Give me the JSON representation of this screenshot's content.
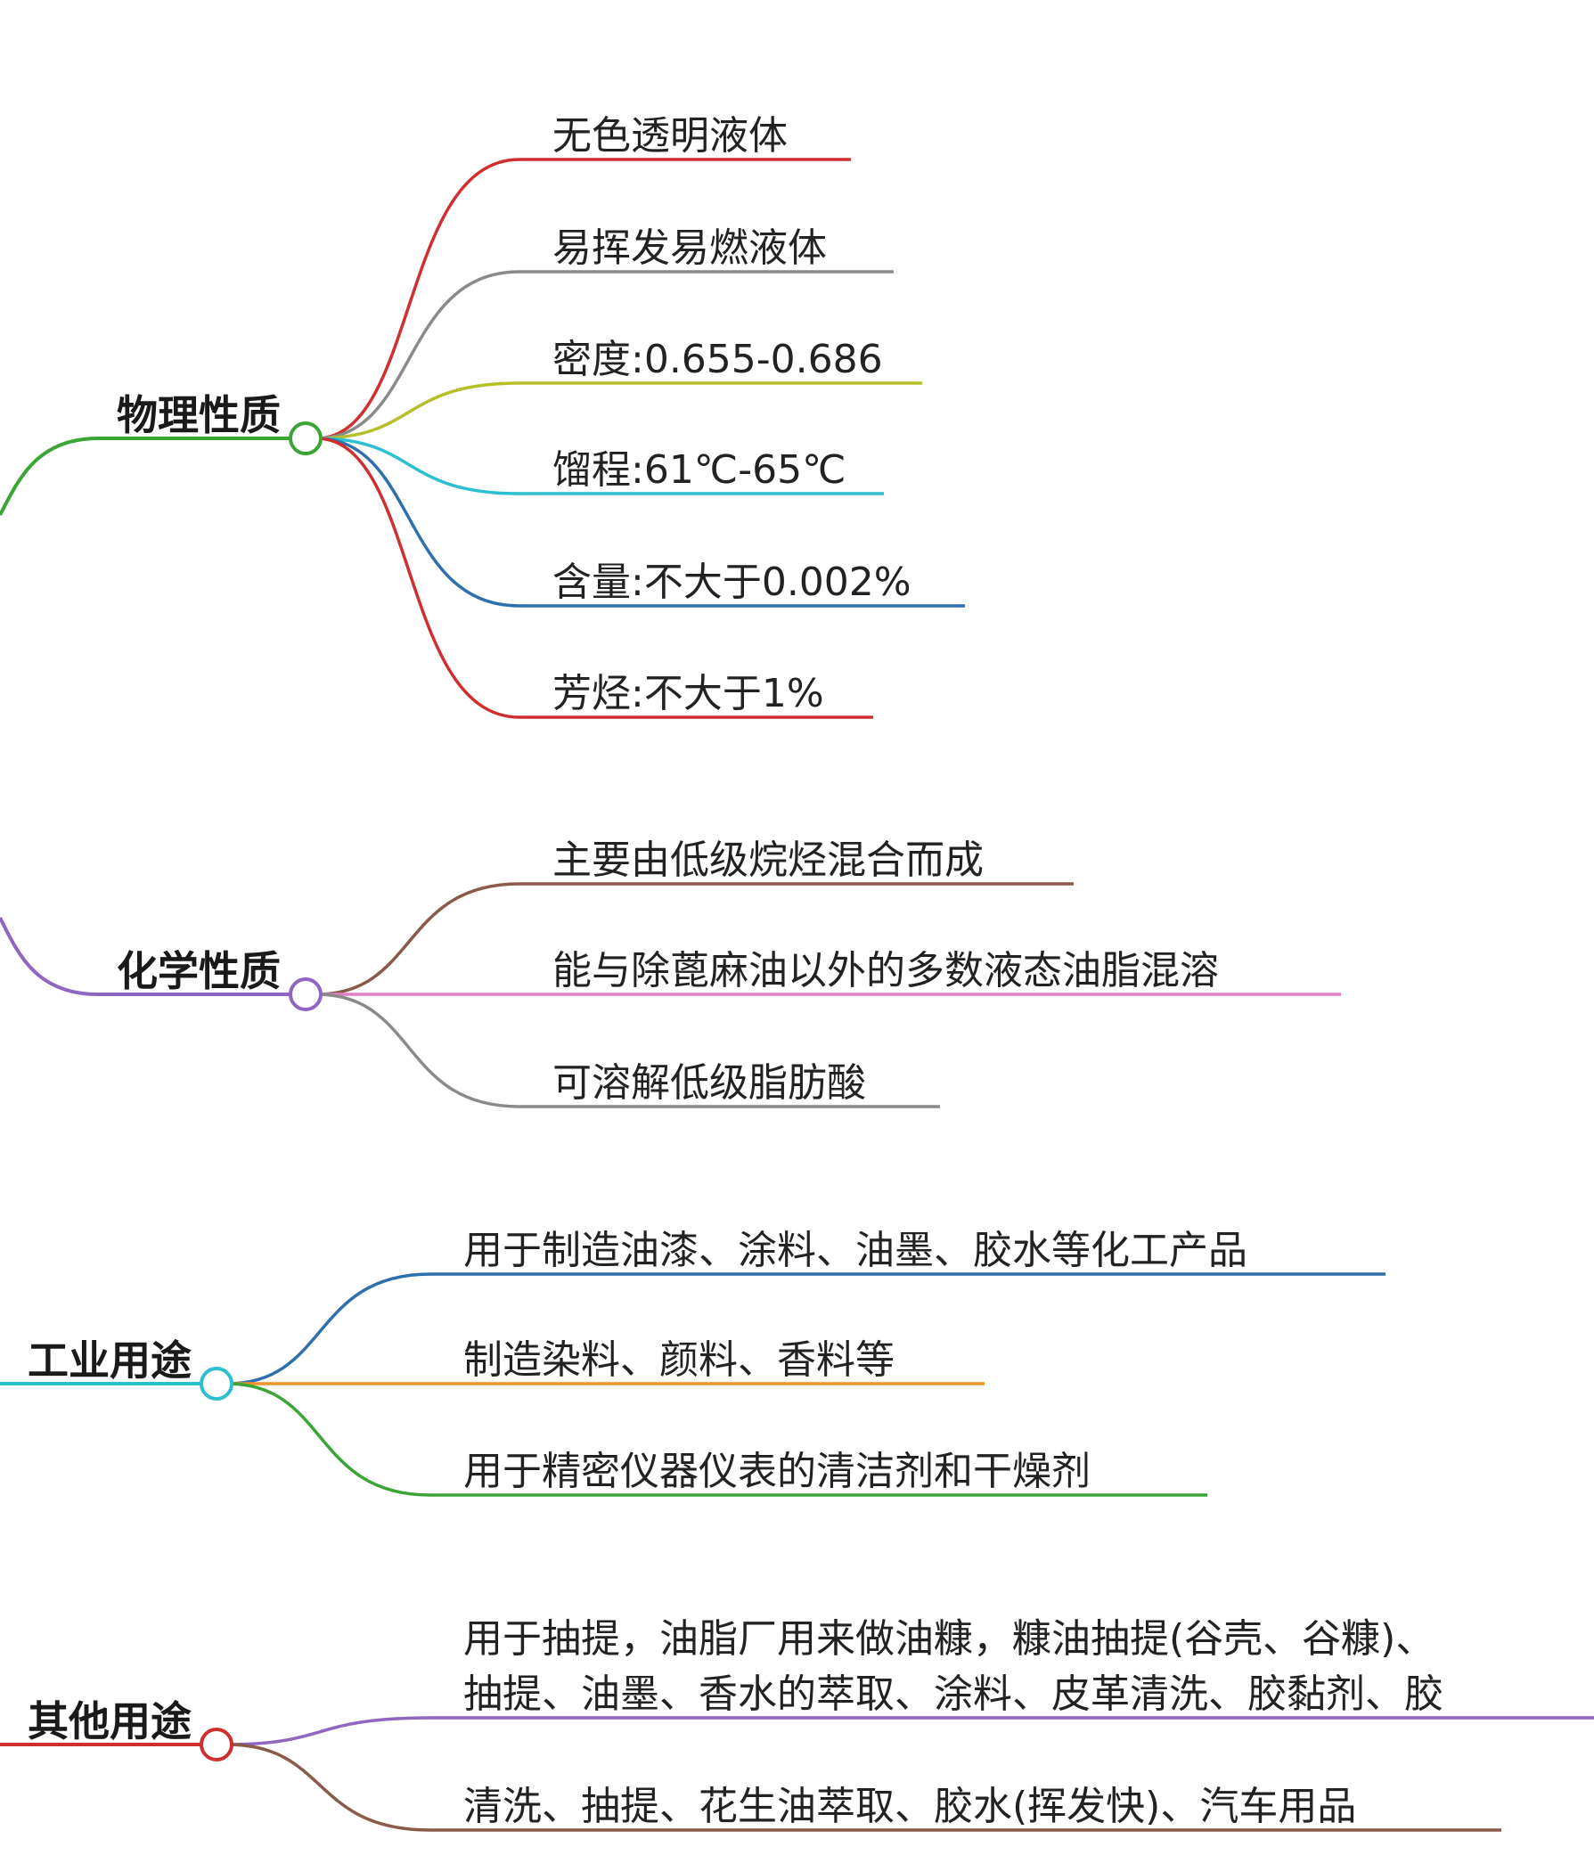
{
  "branches": [
    {
      "label": "物理性质",
      "color": "#3aa535",
      "children": [
        {
          "lines": [
            "无色透明液体"
          ],
          "color": "#d02f2f"
        },
        {
          "lines": [
            "易挥发易燃液体"
          ],
          "color": "#8a8a8a"
        },
        {
          "lines": [
            "密度:0.655-0.686"
          ],
          "color": "#b5bf2a"
        },
        {
          "lines": [
            "馏程:61℃-65℃"
          ],
          "color": "#2bbfcf"
        },
        {
          "lines": [
            "含量:不大于0.002%"
          ],
          "color": "#2e6fae"
        },
        {
          "lines": [
            "芳烃:不大于1%"
          ],
          "color": "#d02f2f"
        }
      ]
    },
    {
      "label": "化学性质",
      "color": "#8f67c2",
      "children": [
        {
          "lines": [
            "主要由低级烷烃混合而成"
          ],
          "color": "#8a5a4a"
        },
        {
          "lines": [
            "能与除蓖麻油以外的多数液态油脂混溶"
          ],
          "color": "#e27ec4"
        },
        {
          "lines": [
            "可溶解低级脂肪酸"
          ],
          "color": "#8a8a8a"
        }
      ]
    },
    {
      "label": "工业用途",
      "color": "#2bbfcf",
      "children": [
        {
          "lines": [
            "用于制造油漆、涂料、油墨、胶水等化工产品"
          ],
          "color": "#2e6fae"
        },
        {
          "lines": [
            "制造染料、颜料、香料等"
          ],
          "color": "#f0922b"
        },
        {
          "lines": [
            "用于精密仪器仪表的清洁剂和干燥剂"
          ],
          "color": "#3aa535"
        }
      ]
    },
    {
      "label": "其他用途",
      "color": "#d02f2f",
      "children": [
        {
          "lines": [
            "用于抽提，油脂厂用来做油糠，糠油抽提(谷壳、谷糠)、",
            "抽提、油墨、香水的萃取、涂料、皮革清洗、胶黏剂、胶"
          ],
          "color": "#8f67c2"
        },
        {
          "lines": [
            "清洗、抽提、花生油萃取、胶水(挥发快)、汽车用品"
          ],
          "color": "#8a5a4a"
        }
      ]
    }
  ]
}
